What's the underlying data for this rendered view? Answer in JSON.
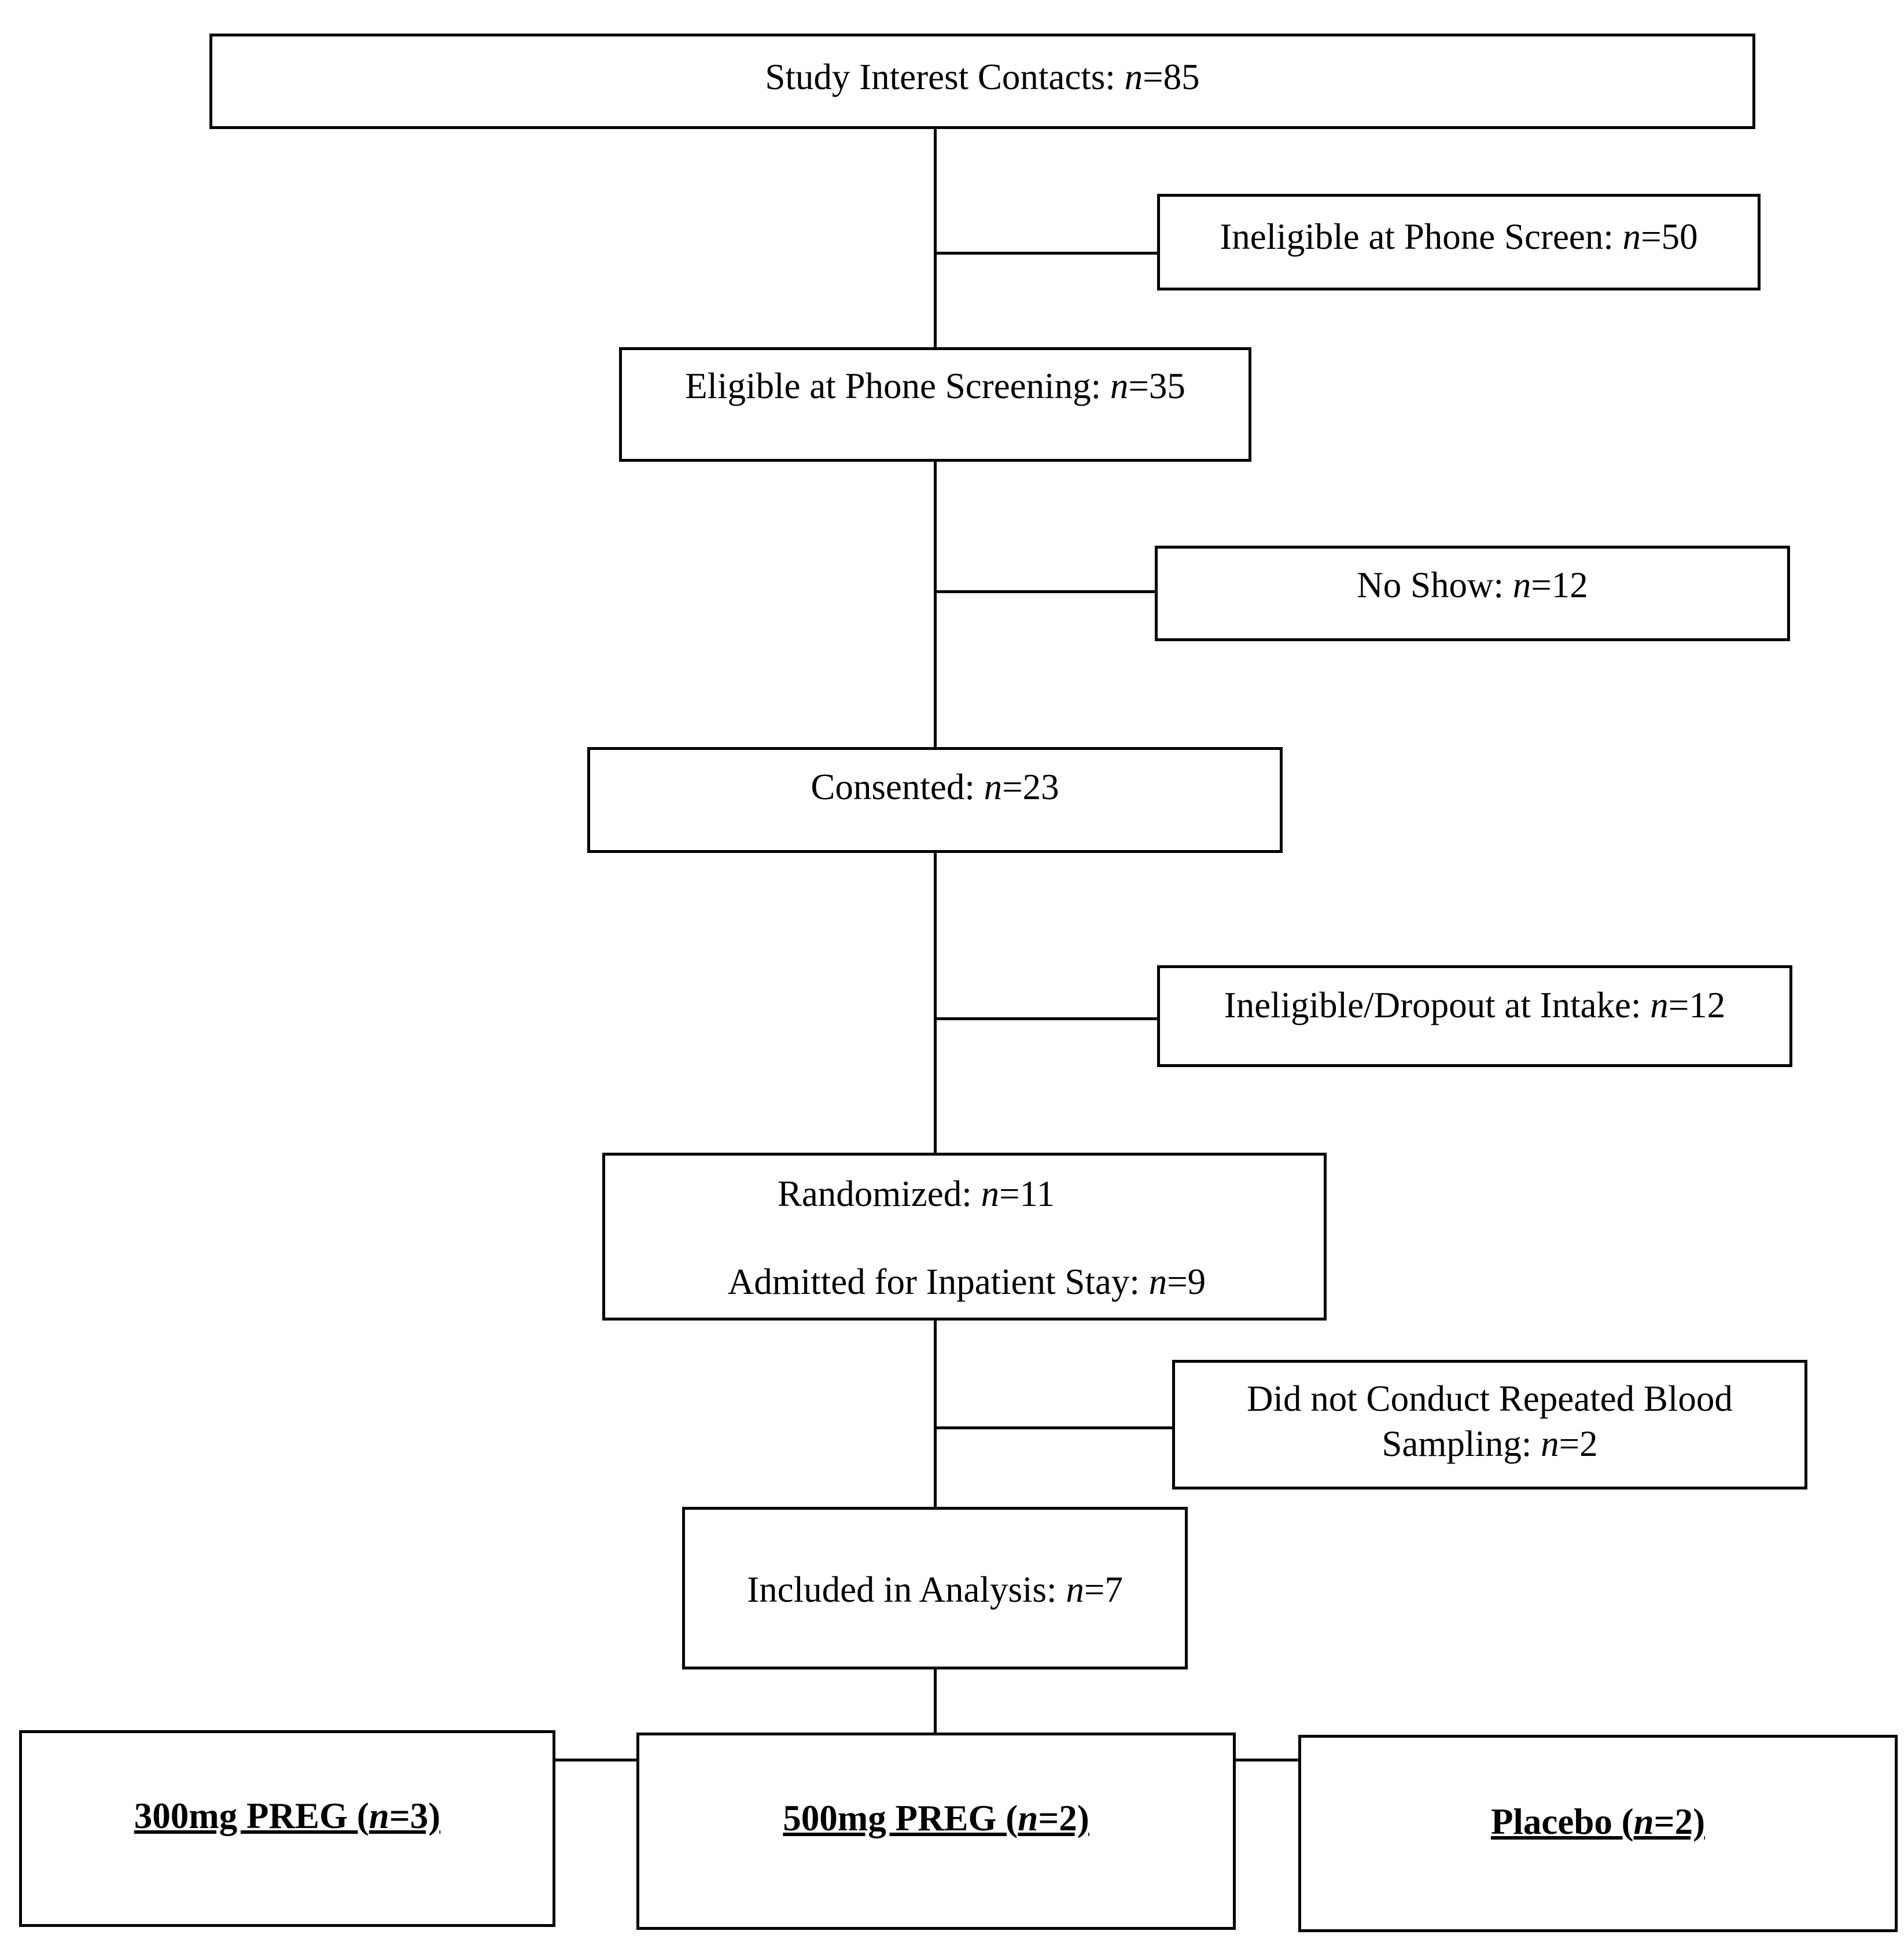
{
  "contacts": {
    "prefix": "Study Interest Contacts: ",
    "n": "n",
    "eq": "=85"
  },
  "ineligible_phone": {
    "prefix": "Ineligible at Phone Screen: ",
    "n": "n",
    "eq": "=50"
  },
  "eligible_phone": {
    "prefix": "Eligible at Phone Screening: ",
    "n": "n",
    "eq": "=35"
  },
  "no_show": {
    "prefix": "No Show: ",
    "n": "n",
    "eq": "=12"
  },
  "consented": {
    "prefix": "Consented: ",
    "n": "n",
    "eq": "=23"
  },
  "dropout_intake": {
    "prefix": "Ineligible/Dropout at Intake: ",
    "n": "n",
    "eq": "=12"
  },
  "randomized": {
    "line1_prefix": "Randomized: ",
    "line1_n": "n",
    "line1_eq": "=11",
    "line2_prefix": "Admitted for Inpatient Stay: ",
    "line2_n": "n",
    "line2_eq": "=9"
  },
  "no_blood": {
    "line1": "Did not Conduct Repeated Blood",
    "line2_prefix": "Sampling: ",
    "n": "n",
    "eq": "=2"
  },
  "analysis": {
    "prefix": "Included in Analysis: ",
    "n": "n",
    "eq": "=7"
  },
  "arms": [
    {
      "prefix": "300mg PREG (",
      "n": "n",
      "eq": "=3)"
    },
    {
      "prefix": "500mg PREG (",
      "n": "n",
      "eq": "=2)"
    },
    {
      "prefix": "Placebo (",
      "n": "n",
      "eq": "=2)"
    }
  ]
}
